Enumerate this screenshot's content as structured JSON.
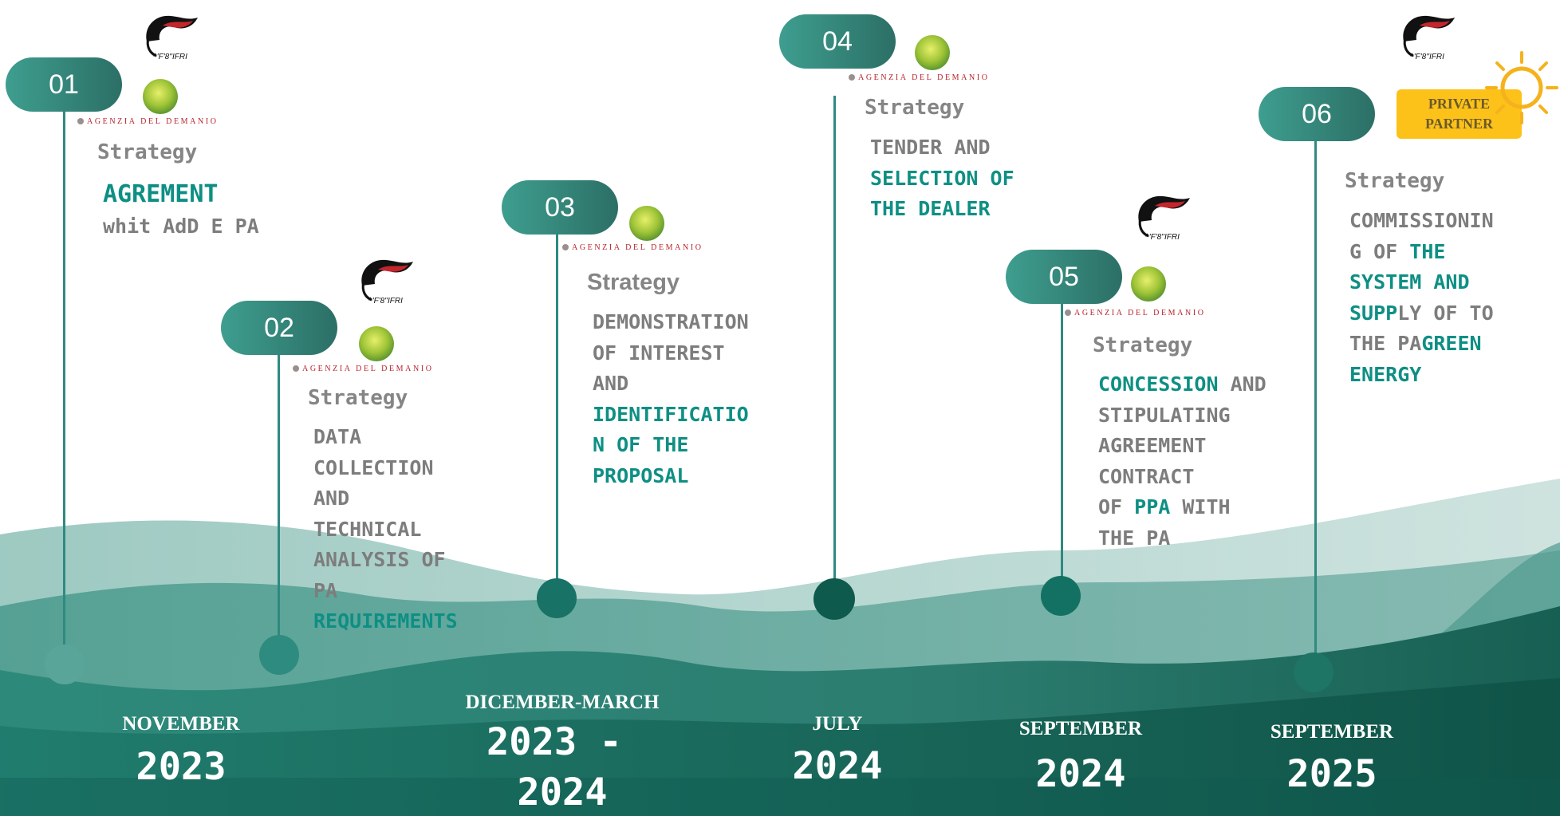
{
  "logos": {
    "agenzia_text": "AGENZIA DEL DEMANIO",
    "carabinieri_caption": "^'F'8''IFRI"
  },
  "partner_badge": {
    "line1": "PRIVATE",
    "line2": "PARTNER",
    "color": "#fcc21a"
  },
  "colors": {
    "teal_dark": "#1d6e62",
    "teal_mid": "#2f8a80",
    "highlight_text": "#0e8f84"
  },
  "steps": [
    {
      "number": "01",
      "strategy": "Strategy",
      "desc": [
        {
          "t": "AGREMENT",
          "hl": true,
          "big": true
        },
        {
          "t": "whit AdD E PA",
          "hl": false
        }
      ],
      "month": "NOVEMBER",
      "year": "2023"
    },
    {
      "number": "02",
      "strategy": "Strategy",
      "desc": [
        {
          "t": "DATA",
          "hl": false
        },
        {
          "t": "COLLECTION",
          "hl": false
        },
        {
          "t": "AND",
          "hl": false
        },
        {
          "t": "TECHNICAL",
          "hl": false
        },
        {
          "t": "ANALYSIS OF",
          "hl": false
        },
        {
          "t": "PA",
          "hl": false
        },
        {
          "t": "REQUIREMENTS",
          "hl": true
        }
      ],
      "month": "",
      "year": ""
    },
    {
      "number": "03",
      "strategy": "Strategy",
      "desc": [
        {
          "t": "DEMONSTRATION",
          "hl": false
        },
        {
          "t": "OF INTEREST",
          "hl": false
        },
        {
          "t": "AND",
          "hl": false
        },
        {
          "t": "IDENTIFICATIO",
          "hl": true
        },
        {
          "t": "N OF THE",
          "hl": true
        },
        {
          "t": "PROPOSAL",
          "hl": true
        }
      ],
      "month": "DICEMBER-MARCH",
      "year": "2023 -",
      "year2": "2024"
    },
    {
      "number": "04",
      "strategy": "Strategy",
      "desc": [
        {
          "t": "TENDER AND",
          "hl": false
        },
        {
          "t": "SELECTION OF",
          "hl": true
        },
        {
          "t": "THE DEALER",
          "hl": true
        }
      ],
      "month": "JULY",
      "year": "2024"
    },
    {
      "number": "05",
      "strategy": "Strategy",
      "desc": [
        {
          "t": "CONCESSION",
          "hl": true,
          "tail": " AND"
        },
        {
          "t": "STIPULATING",
          "hl": false
        },
        {
          "t": "AGREEMENT",
          "hl": false
        },
        {
          "t": "CONTRACT",
          "hl": false
        },
        {
          "t": "OF ",
          "hl": false,
          "mid": "PPA",
          "tail": " WITH"
        },
        {
          "t": "THE PA",
          "hl": false
        }
      ],
      "month": "SEPTEMBER",
      "year": "2024"
    },
    {
      "number": "06",
      "strategy": "Strategy",
      "desc": [
        {
          "t": "COMMISSIONIN",
          "hl": false
        },
        {
          "t": "G OF ",
          "hl": false,
          "mid": "THE"
        },
        {
          "t": "SYSTEM AND",
          "hl": true
        },
        {
          "t": "SUPP",
          "hl": true,
          "tail": "LY OF TO"
        },
        {
          "t": "THE PA",
          "hl": false,
          "mid": "GREEN"
        },
        {
          "t": "ENERGY",
          "hl": true
        }
      ],
      "month": "SEPTEMBER",
      "year": "2025"
    }
  ]
}
